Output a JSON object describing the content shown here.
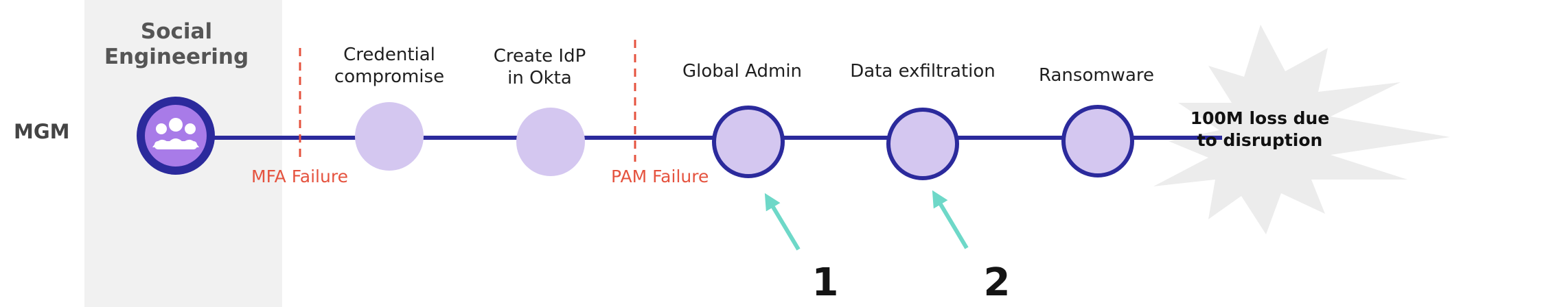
{
  "row_label": "MGM",
  "phase": {
    "title": "Social\nEngineering"
  },
  "steps": [
    {
      "label": "Credential\ncompromise"
    },
    {
      "label": "Create IdP\nin Okta"
    },
    {
      "label": "Global Admin"
    },
    {
      "label": "Data exfiltration"
    },
    {
      "label": "Ransomware"
    }
  ],
  "failures": [
    "MFA Failure",
    "PAM Failure"
  ],
  "outcome": "100M loss due\nto disruption",
  "callouts": [
    "1",
    "2"
  ],
  "icons": {
    "start": "people-group-icon"
  },
  "colors": {
    "line": "#2b2a9c",
    "node_fill": "#d4c7f0",
    "icon_bg": "#a87be8",
    "failure": "#e5533f",
    "arrow": "#6ed8c8",
    "burst": "#ececec",
    "panel": "#f1f1f1"
  }
}
